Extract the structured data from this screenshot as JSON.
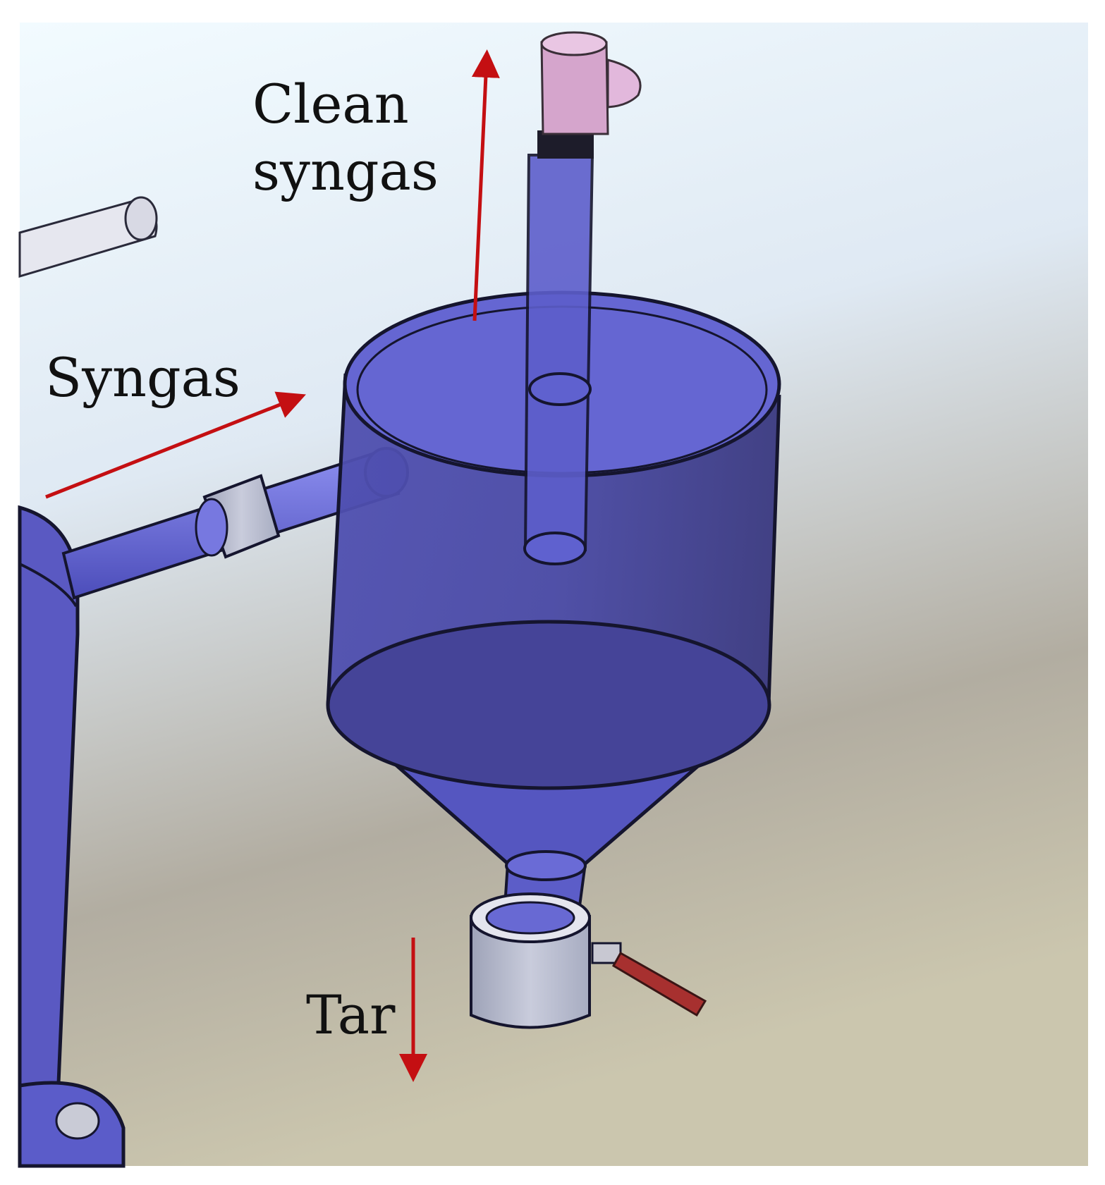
{
  "labels": {
    "clean_syngas_line1": "Clean",
    "clean_syngas_line2": "syngas",
    "syngas": "Syngas",
    "tar": "Tar"
  },
  "colors": {
    "arrow": "#c40f12",
    "vessel_fill": "#5b5cc9",
    "vessel_dark": "#3d3c86",
    "outline": "#15152e",
    "background_top": "#e9f6ff",
    "background_bottom": "#c8c1aa"
  }
}
